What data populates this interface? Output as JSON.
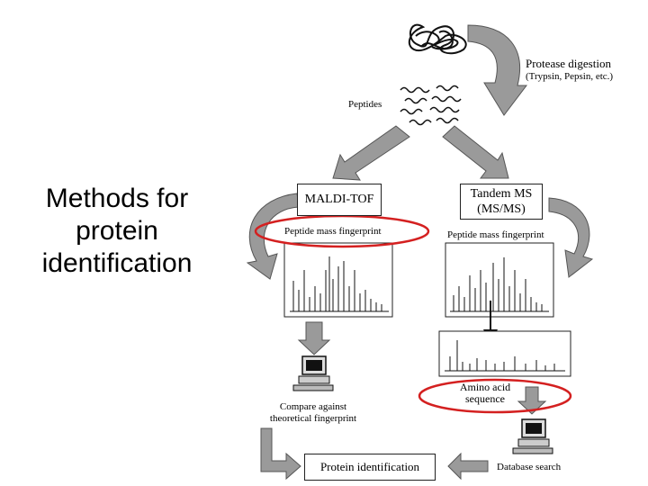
{
  "title": {
    "lines": [
      "Methods for",
      "protein",
      "identification"
    ]
  },
  "labels": {
    "protease_title": "Protease digestion",
    "protease_sub": "(Trypsin, Pepsin, etc.)",
    "peptides": "Peptides",
    "maldi_tof": "MALDI-TOF",
    "tandem_ms_line1": "Tandem MS",
    "tandem_ms_line2": "(MS/MS)",
    "pmf_left": "Peptide mass fingerprint",
    "pmf_right": "Peptide mass fingerprint",
    "amino_line1": "Amino acid",
    "amino_line2": "sequence",
    "compare_line1": "Compare against",
    "compare_line2": "theoretical fingerprint",
    "protein_identification": "Protein identification",
    "database_search": "Database search"
  },
  "colors": {
    "highlight": "#d42020",
    "arrow_gray": "#9a9a9a",
    "spectrum": "#111111"
  },
  "icons": [
    "protein-blob-icon",
    "peptide-squiggle-icon",
    "computer-icon",
    "arrow-icon"
  ]
}
